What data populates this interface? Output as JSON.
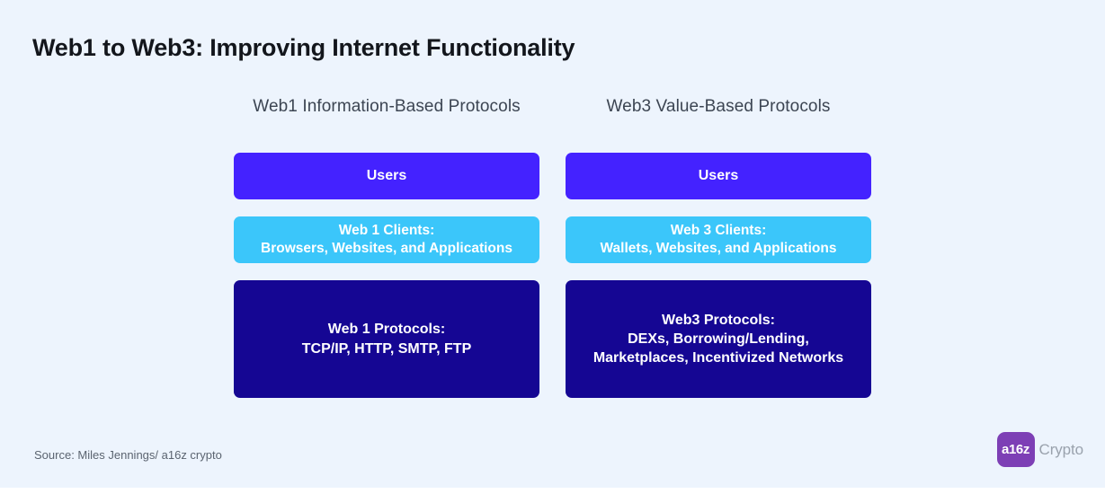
{
  "slide": {
    "title": "Web1 to Web3: Improving Internet Functionality",
    "background_color": "#edf4fd"
  },
  "columns": [
    {
      "header": "Web1 Information-Based Protocols",
      "layers": [
        {
          "name": "users",
          "color": "#4422ff",
          "lines": [
            "Users"
          ]
        },
        {
          "name": "clients",
          "color": "#3bc6fa",
          "lines": [
            "Web 1 Clients:",
            "Browsers, Websites, and Applications"
          ]
        },
        {
          "name": "protocols",
          "color": "#150693",
          "lines": [
            "Web 1 Protocols:",
            "TCP/IP, HTTP, SMTP, FTP"
          ]
        }
      ]
    },
    {
      "header": "Web3 Value-Based Protocols",
      "layers": [
        {
          "name": "users",
          "color": "#4422ff",
          "lines": [
            "Users"
          ]
        },
        {
          "name": "clients",
          "color": "#3bc6fa",
          "lines": [
            "Web 3 Clients:",
            "Wallets, Websites, and Applications"
          ]
        },
        {
          "name": "protocols",
          "color": "#150693",
          "lines": [
            "Web3 Protocols:",
            "DEXs, Borrowing/Lending,",
            "Marketplaces, Incentivized Networks"
          ]
        }
      ]
    }
  ],
  "footer": {
    "source": "Source:  Miles Jennings/ a16z crypto",
    "logo": {
      "badge_text": "a16z",
      "word": "Crypto",
      "badge_color": "#7d3fb5"
    }
  }
}
